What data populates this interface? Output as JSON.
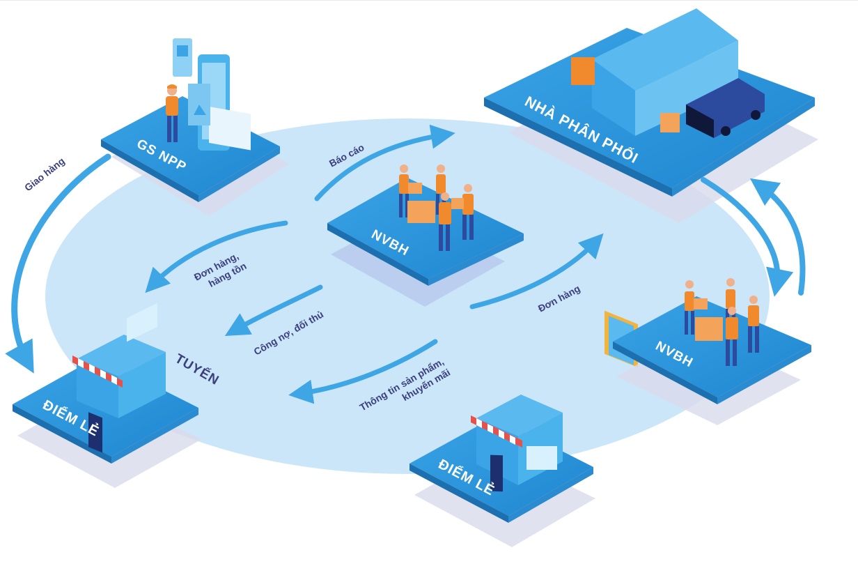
{
  "nodes": {
    "gs_npp": "GS NPP",
    "nha_phan_phoi": "NHÀ PHÂN PHỐI",
    "nvbh_center": "NVBH",
    "nvbh_right": "NVBH",
    "diem_le_left": "ĐIỂM LẺ",
    "diem_le_bottom": "ĐIỂM LẺ"
  },
  "route_label": "TUYẾN",
  "flows": {
    "giao_hang": "Giao hàng",
    "bao_cao": "Báo cáo",
    "don_hang_hang_ton": [
      "Đơn hàng,",
      "hàng tồn"
    ],
    "cong_no_doi_thu": "Công nợ, đối thủ",
    "don_hang": "Đơn hàng",
    "thong_tin_san_pham": [
      "Thông tin sản phẩm,",
      "khuyến mãi"
    ]
  },
  "colors": {
    "tile": "#2e96dc",
    "tile_dark": "#1f7ec4",
    "ellipse": "#c4e3f7",
    "arrow": "#3fa6e6",
    "text_dark": "#3b3f7e",
    "worker_orange": "#f08a2c",
    "worker_blue": "#2c4a9e",
    "awning_red": "#e8504a"
  }
}
